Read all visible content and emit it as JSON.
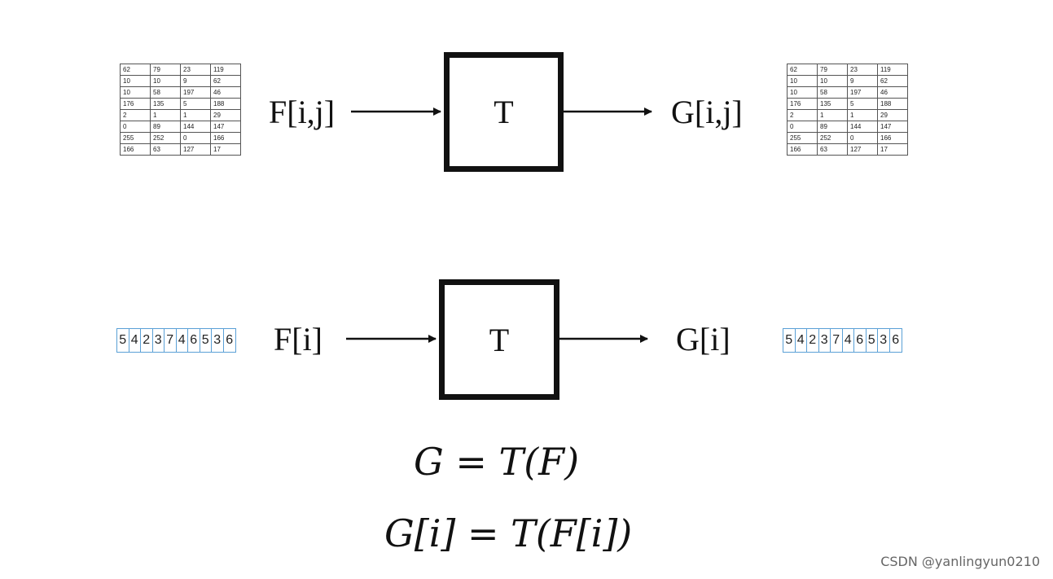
{
  "matrix_rows": [
    [
      "62",
      "79",
      "23",
      "119"
    ],
    [
      "10",
      "10",
      "9",
      "62"
    ],
    [
      "10",
      "58",
      "197",
      "46"
    ],
    [
      "176",
      "135",
      "5",
      "188"
    ],
    [
      "2",
      "1",
      "1",
      "29"
    ],
    [
      "0",
      "89",
      "144",
      "147"
    ],
    [
      "255",
      "252",
      "0",
      "166"
    ],
    [
      "166",
      "63",
      "127",
      "17"
    ]
  ],
  "array_values": [
    "5",
    "4",
    "2",
    "3",
    "7",
    "4",
    "6",
    "5",
    "3",
    "6"
  ],
  "top": {
    "input_label": "F[i,j]",
    "box_label": "T",
    "output_label": "G[i,j]"
  },
  "bottom": {
    "input_label": "F[i]",
    "box_label": "T",
    "output_label": "G[i]"
  },
  "formulas": {
    "f1": "G = T(F)",
    "f2": "G[i] = T(F[i])"
  },
  "watermark": "CSDN @yanlingyun0210"
}
